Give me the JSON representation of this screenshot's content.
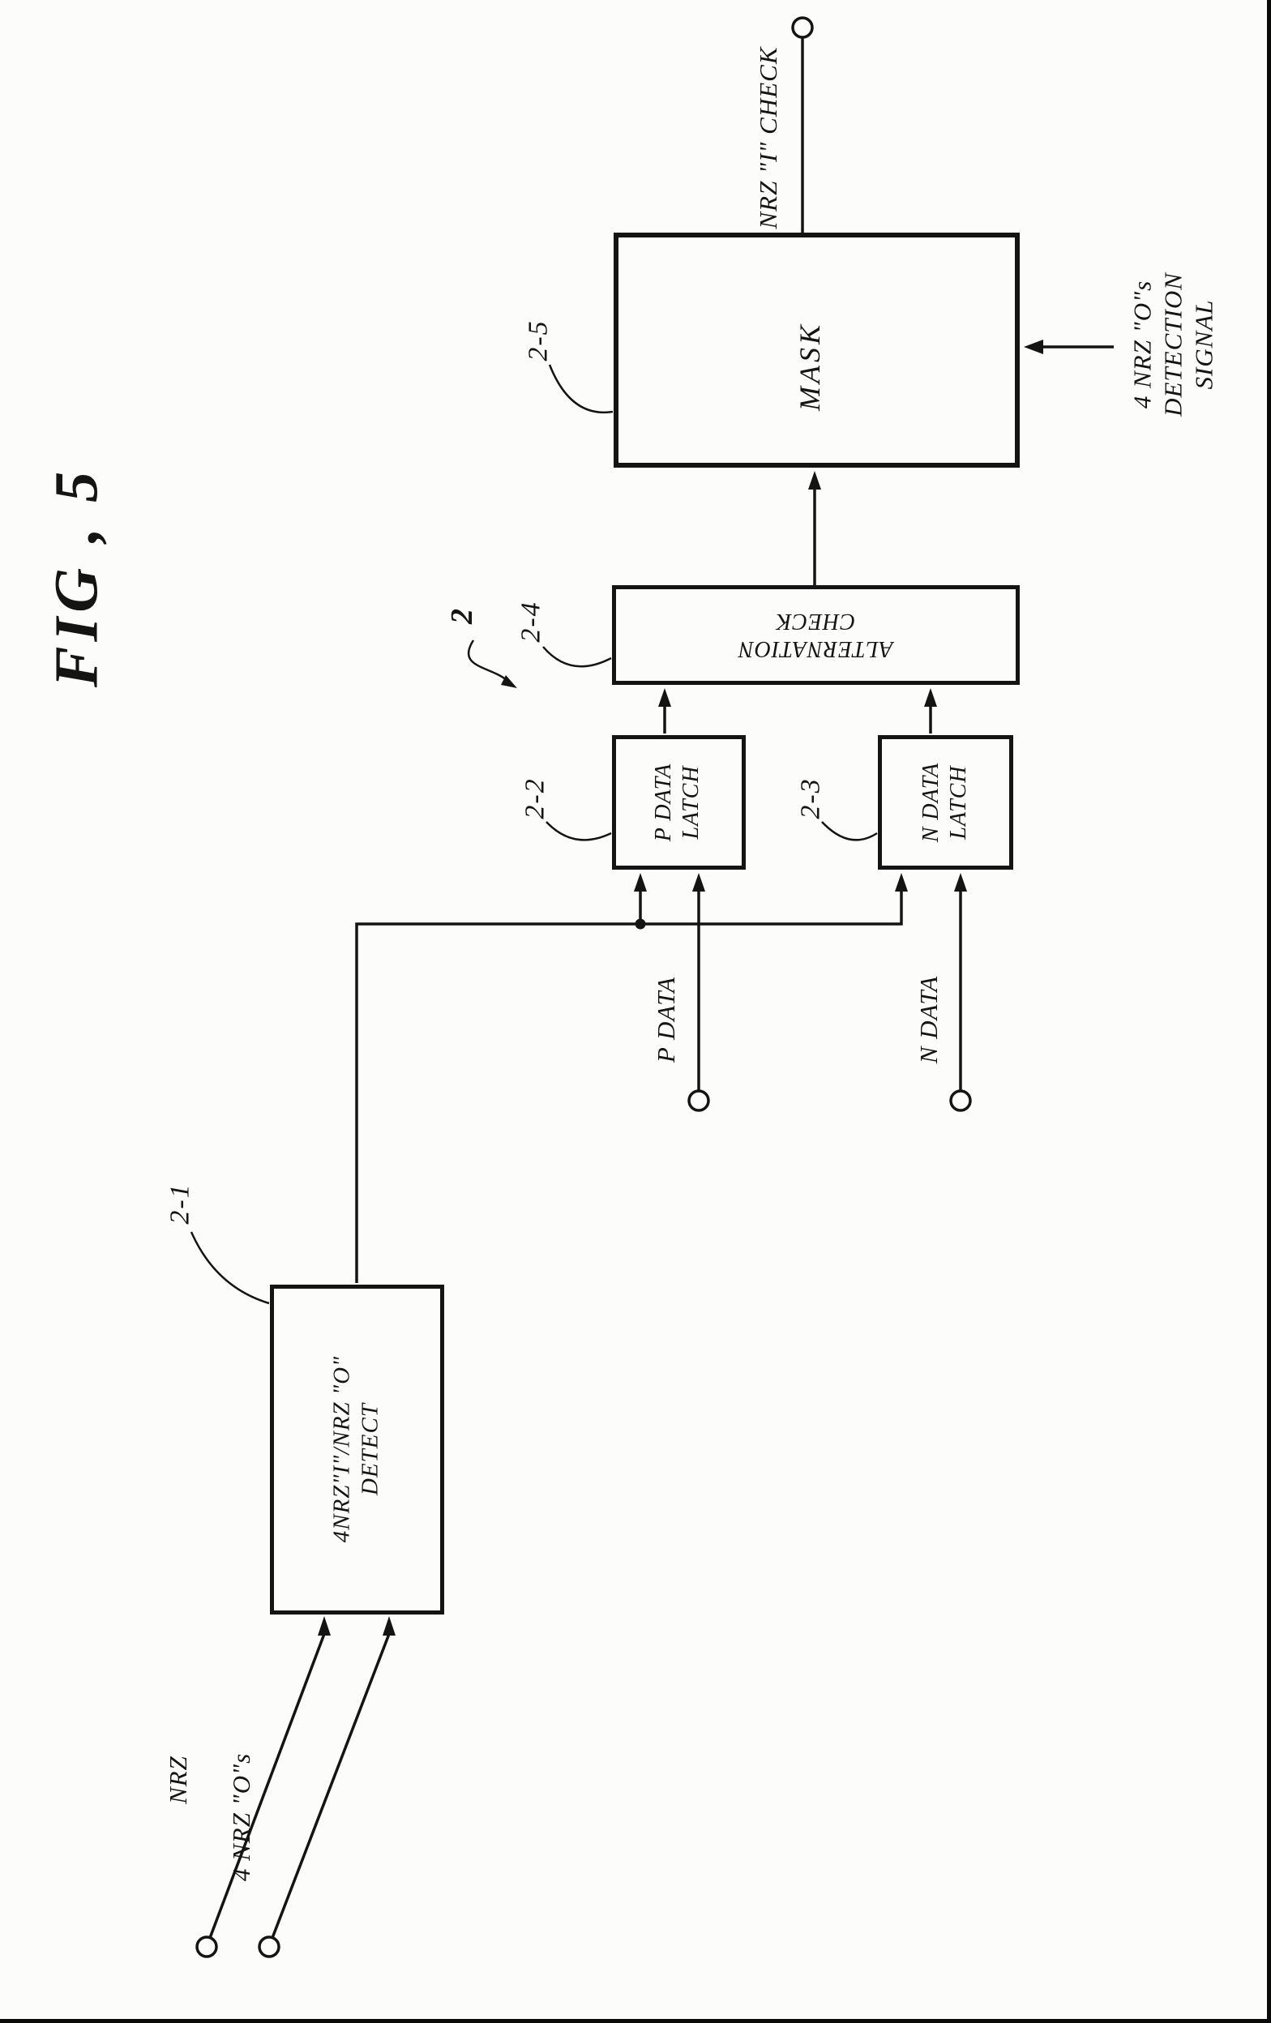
{
  "figure": {
    "title": "FIG , 5",
    "group_label": "2"
  },
  "blocks": {
    "detect": {
      "id": "2-1",
      "label": "4NRZ\"I\"/NRZ \"O\"\nDETECT"
    },
    "p_latch": {
      "id": "2-2",
      "label": "P DATA\nLATCH"
    },
    "n_latch": {
      "id": "2-3",
      "label": "N DATA\nLATCH"
    },
    "alternation": {
      "id": "2-4",
      "label": "ALTERNATION\nCHECK"
    },
    "mask": {
      "id": "2-5",
      "label": "MASK"
    }
  },
  "signals": {
    "output": "NRZ \"I\" CHECK",
    "detection": "4 NRZ \"O\"s DETECTION SIGNAL",
    "p_data": "P DATA",
    "n_data": "N DATA",
    "nrz": "NRZ",
    "four_nrz_zeros": "4 NRZ \"O\"s"
  },
  "colors": {
    "ink": "#141414",
    "paper": "#fcfcfa"
  }
}
